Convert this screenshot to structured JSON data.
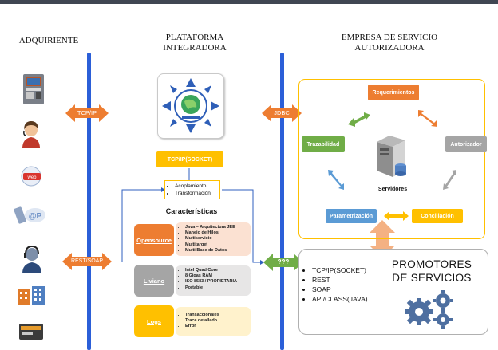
{
  "headers": {
    "acquirer": "ADQUIRIENTE",
    "platform": "PLATAFORMA INTEGRADORA",
    "company": "EMPRESA DE SERVICIO AUTORIZADORA"
  },
  "connectors": {
    "tcpip": "TCP/IP",
    "rest_soap": "REST/SOAP",
    "jdbc": "JDBC",
    "unknown": "???"
  },
  "platform": {
    "socket_label": "TCP/IP(SOCKET)",
    "functions": [
      "Acoplamiento",
      "Transformación"
    ],
    "features_title": "Características",
    "opensource": {
      "label": "Opensource",
      "items": [
        "Java – Arquitectura JEE",
        "Manejo de Hilos",
        "Multiservicio",
        "Multitarget",
        "Multi Base de Datos"
      ]
    },
    "liviano": {
      "label": "Liviano",
      "items": [
        "Intel Quad Core",
        "8 Gigas RAM",
        "ISO 8583 / PROPIETARIA",
        "Portable"
      ]
    },
    "logs": {
      "label": "Logs",
      "items": [
        "Transaccionales",
        "Trace detallado",
        "Error"
      ]
    }
  },
  "company": {
    "requirements": "Requerimientos",
    "traceability": "Trazabilidad",
    "authorizer": "Autorizador",
    "servers": "Servidores",
    "parametrization": "Parametrización",
    "reconciliation": "Conciliación"
  },
  "promoters": {
    "title": "PROMOTORES DE SERVICIOS",
    "items": [
      "TCP/IP(SOCKET)",
      "REST",
      "SOAP",
      "API/CLASS(JAVA)"
    ]
  },
  "acquirer_icons": [
    "atm-icon",
    "operator-icon",
    "web-icon",
    "wap-icon",
    "support-icon",
    "buildings-icon",
    "card-icon"
  ],
  "colors": {
    "blue_line": "#2b5fd8",
    "orange": "#ed7d31",
    "green": "#70ad47",
    "blue": "#5b9bd5",
    "grey": "#a5a5a5",
    "yellow": "#ffc000",
    "salmon": "#f4b183"
  }
}
